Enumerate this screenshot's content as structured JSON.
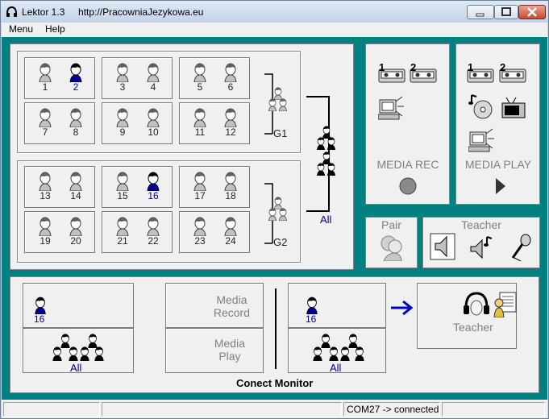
{
  "window": {
    "title": "Lektor 1.3",
    "url": "http://PracowniaJezykowa.eu"
  },
  "menu": [
    "Menu",
    "Help"
  ],
  "group1": {
    "label": "G1",
    "stations": [
      {
        "students": [
          "1",
          "2"
        ],
        "active": [
          false,
          true
        ]
      },
      {
        "students": [
          "3",
          "4"
        ],
        "active": [
          false,
          false
        ]
      },
      {
        "students": [
          "5",
          "6"
        ],
        "active": [
          false,
          false
        ]
      },
      {
        "students": [
          "7",
          "8"
        ],
        "active": [
          false,
          false
        ]
      },
      {
        "students": [
          "9",
          "10"
        ],
        "active": [
          false,
          false
        ]
      },
      {
        "students": [
          "11",
          "12"
        ],
        "active": [
          false,
          false
        ]
      }
    ]
  },
  "group2": {
    "label": "G2",
    "stations": [
      {
        "students": [
          "13",
          "14"
        ],
        "active": [
          false,
          false
        ]
      },
      {
        "students": [
          "15",
          "16"
        ],
        "active": [
          false,
          true
        ]
      },
      {
        "students": [
          "17",
          "18"
        ],
        "active": [
          false,
          false
        ]
      },
      {
        "students": [
          "19",
          "20"
        ],
        "active": [
          false,
          false
        ]
      },
      {
        "students": [
          "21",
          "22"
        ],
        "active": [
          false,
          false
        ]
      },
      {
        "students": [
          "23",
          "24"
        ],
        "active": [
          false,
          false
        ]
      }
    ]
  },
  "all_label": "All",
  "media_rec": {
    "label": "MEDIA REC",
    "cassette1": "1",
    "cassette2": "2"
  },
  "media_play": {
    "label": "MEDIA PLAY",
    "cassette1": "1",
    "cassette2": "2"
  },
  "pair": {
    "label": "Pair"
  },
  "teacher_panel": {
    "label": "Teacher"
  },
  "monitor": {
    "left_student": "16",
    "left_all": "All",
    "media_record": "Media\nRecord",
    "media_play": "Media\nPlay",
    "right_student": "16",
    "right_all": "All",
    "teacher_label": "Teacher",
    "caption": "Conect Monitor"
  },
  "statusbar": {
    "cell1": "",
    "cell2": "",
    "cell3": "COM27 -> connected",
    "cell4": ""
  },
  "colors": {
    "background": "#008080",
    "active_student": "#00008b",
    "arrow": "#0000cc"
  }
}
